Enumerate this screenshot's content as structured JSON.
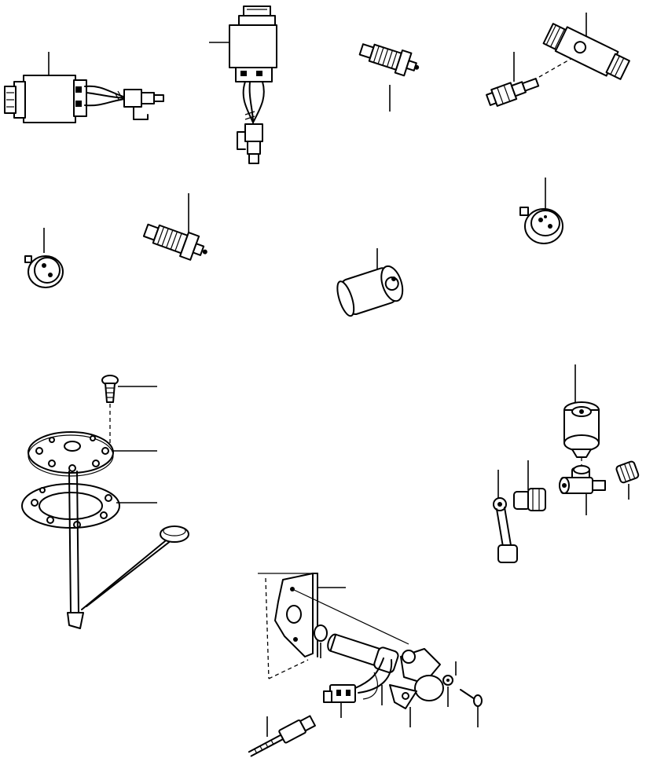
{
  "figure": {
    "background": "#ffffff",
    "line_color": "#000000",
    "parts": [
      "solenoid-switch-top-left",
      "solenoid-switch-top-center",
      "sensor-threaded-top",
      "pressure-switch-with-tee",
      "round-sensor-left",
      "temperature-sensor-left",
      "cylinder-sensor-center",
      "round-sensor-right",
      "fuel-sender-assembly",
      "pressure-gauge-assembly",
      "bracket-sensor-assembly"
    ]
  }
}
